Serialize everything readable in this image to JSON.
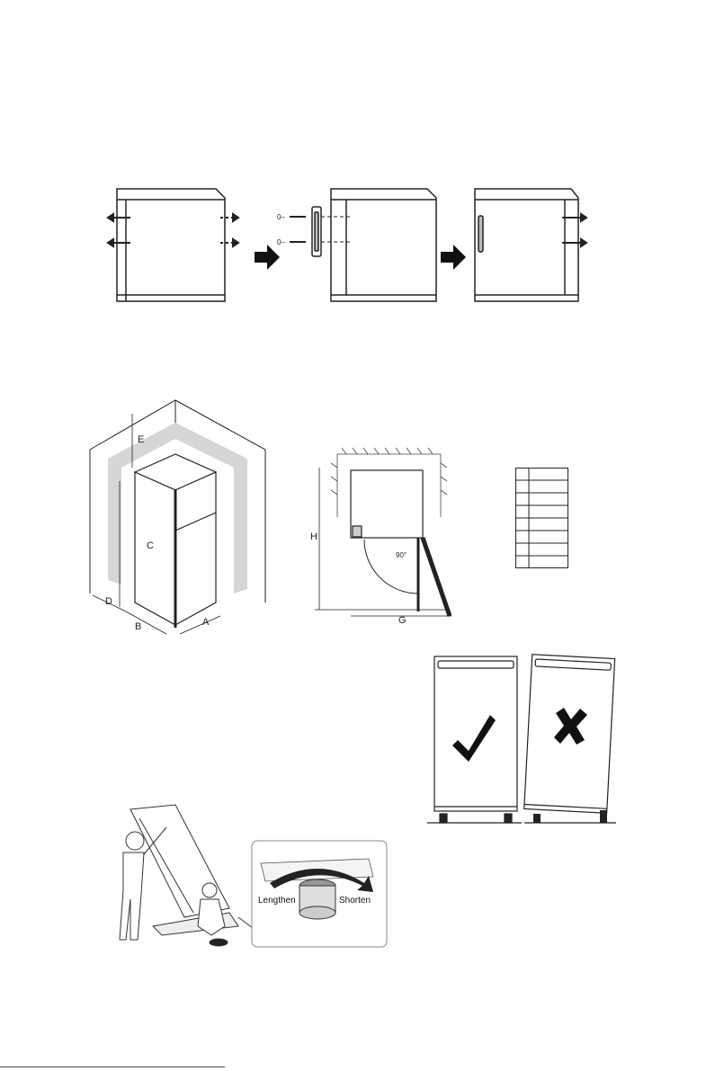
{
  "door_reversal": {
    "screw_symbol": "0–"
  },
  "clearance": {
    "labels": {
      "a": "A",
      "b": "B",
      "c": "C",
      "d": "D",
      "e": "E"
    }
  },
  "door_swing": {
    "labels": {
      "h": "H",
      "g": "G",
      "angle": "90°"
    }
  },
  "dimension_table": {
    "rows": 8
  },
  "leveling": {
    "correct_icon": "check-mark-icon",
    "incorrect_icon": "cross-mark-icon"
  },
  "feet_adjust": {
    "lengthen_label": "Lengthen",
    "shorten_label": "Shorten"
  }
}
